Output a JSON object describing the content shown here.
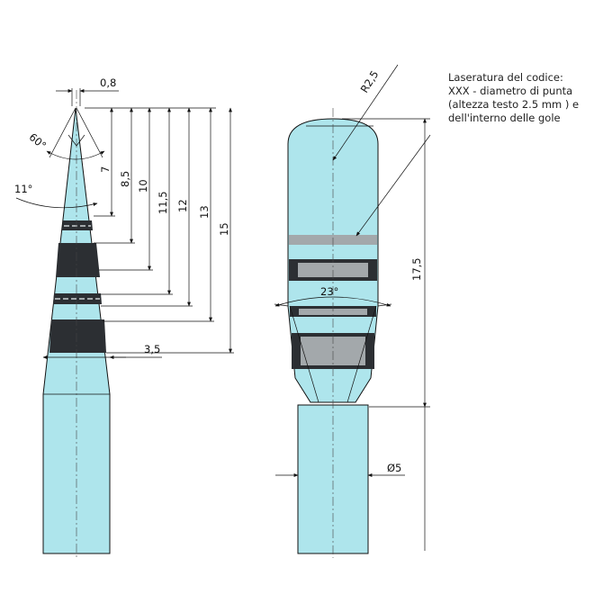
{
  "colors": {
    "body": "#aee5ec",
    "dark_band": "#2c2f33",
    "grey_band": "#a3a8ab",
    "line": "#111111"
  },
  "left_view": {
    "dims": {
      "tip_width": "0,8",
      "tip_angle": "60°",
      "taper_angle": "11°",
      "d7": "7",
      "d8_5": "8,5",
      "d10": "10",
      "d11_5": "11,5",
      "d12": "12",
      "d13": "13",
      "d15": "15",
      "diam": "3,5"
    }
  },
  "right_view": {
    "dims": {
      "radius": "R2,5",
      "length": "17,5",
      "angle": "23°",
      "diameter": "Ø5"
    },
    "note": [
      "Laseratura del codice:",
      "XXX - diametro di punta",
      "(altezza testo 2.5 mm ) e",
      "dell'interno delle gole"
    ]
  }
}
